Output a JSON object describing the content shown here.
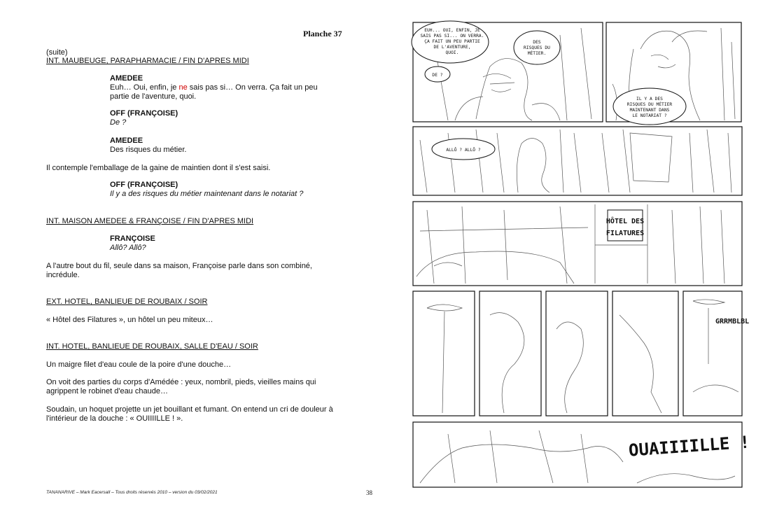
{
  "page": {
    "planche": "Planche 37",
    "suite": "(suite)",
    "footer": "TANANARIVE – Mark Eacersall – Tous droits réservés 2010 – version du 03/02/2021",
    "page_number": "38"
  },
  "script": {
    "scene1_heading": "INT. MAUBEUGE, PARAPHARMACIE / FIN D'APRES MIDI",
    "amedee1": {
      "character": "AMEDEE",
      "line_start": "Euh… Oui, enfin, je ",
      "line_red": "ne",
      "line_mid": " sais pas si… On verra. Ça fait un peu",
      "line_end": "partie de l'aventure, quoi."
    },
    "off1": {
      "character": "OFF (FRANÇOISE)",
      "line": "De ?"
    },
    "amedee2": {
      "character": "AMEDEE",
      "line": "Des risques du métier."
    },
    "action1": "Il contemple l'emballage de la gaine de maintien dont il s'est saisi.",
    "off2": {
      "character": "OFF (FRANÇOISE)",
      "line": "Il y a des risques du métier maintenant dans le notariat ?"
    },
    "scene2_heading": "INT. MAISON AMEDEE & FRANÇOISE / FIN D'APRES MIDI",
    "francoise1": {
      "character": "FRANÇOISE",
      "line": "Allô? Allô?"
    },
    "action2_a": "A l'autre bout du fil, seule dans sa maison, Françoise parle dans son combiné,",
    "action2_b": "incrédule.",
    "scene3_heading": "EXT. HOTEL, BANLIEUE DE ROUBAIX / SOIR",
    "action3": "« Hôtel des Filatures », un hôtel un peu miteux…",
    "scene4_heading": "INT. HOTEL, BANLIEUE DE ROUBAIX, SALLE D'EAU / SOIR",
    "action4": "Un maigre filet d'eau coule de la poire d'une douche…",
    "action5_a": "On voit des parties du corps d'Amédée : yeux, nombril, pieds, vieilles mains qui",
    "action5_b": "agrippent le robinet d'eau chaude…",
    "action6_a": "Soudain, un hoquet projette un jet bouillant et fumant. On entend un cri de douleur à",
    "action6_b": "l'intérieur de la douche : « OUIIIILLE ! »."
  },
  "storyboard": {
    "balloon1": [
      "EUH... OUI, ENFIN, JE",
      "SAIS PAS SI... ON VERRA.",
      "ÇA FAIT UN PEU PARTIE",
      "DE L'AVENTURE,",
      "QUOI."
    ],
    "balloon2": [
      "DES",
      "RISQUES DU",
      "MÉTIER."
    ],
    "balloon3": "DE ?",
    "balloon4": [
      "IL Y A DES",
      "RISQUES DU MÉTIER",
      "MAINTENANT DANS",
      "LE NOTARIAT ?"
    ],
    "balloon5": "ALLÔ ? ALLÔ ?",
    "hotel_sign": [
      "HÔTEL DES",
      "FILATURES"
    ],
    "sfx_grr": "GRRMBLBL",
    "sfx_scream": "OUAIIIILLE !"
  }
}
